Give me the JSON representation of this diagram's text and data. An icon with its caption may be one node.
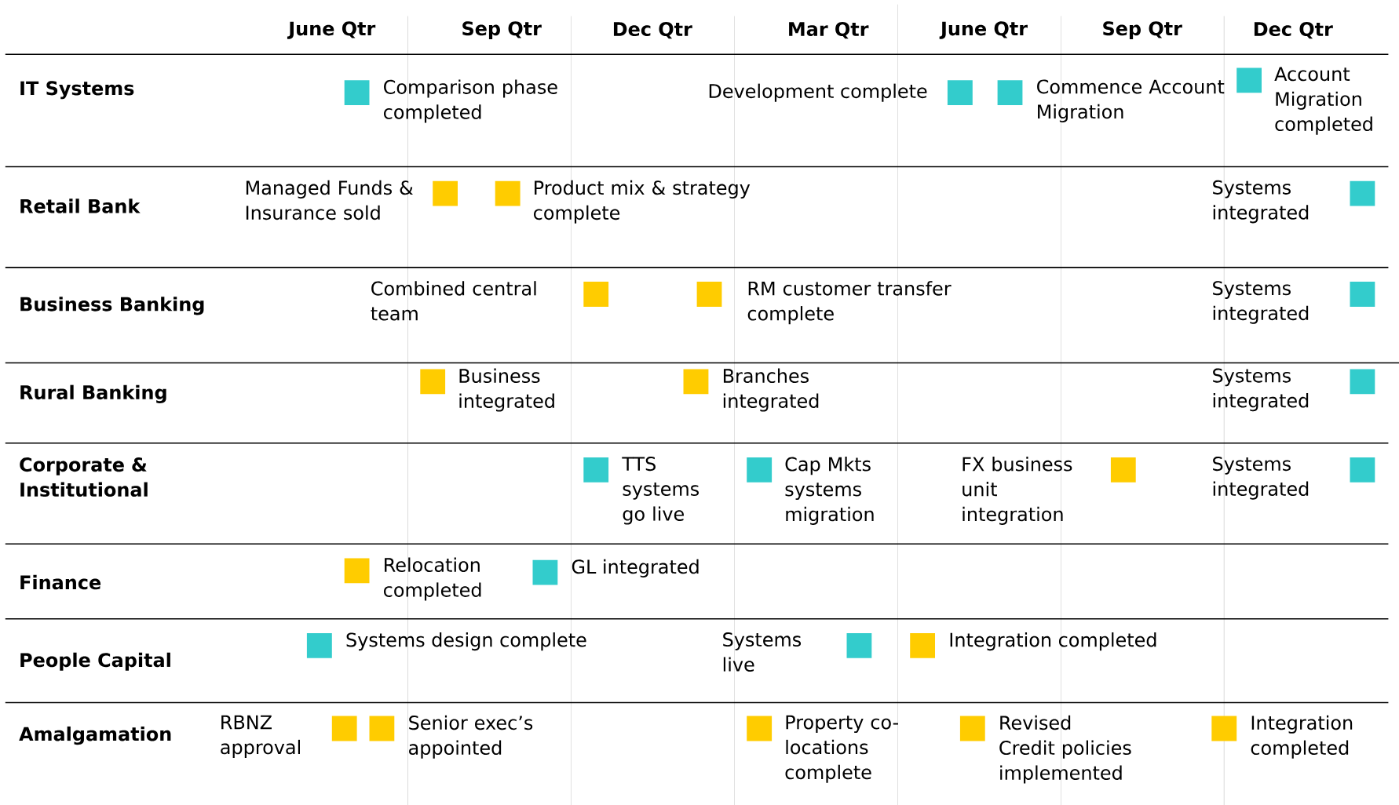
{
  "diagram": {
    "labels": [
      "June Qtr",
      "Sep Qtr",
      "Dec Qtr",
      "Mar Qtr",
      "June Qtr",
      "Sep Qtr",
      "Dec Qtr",
      "IT Systems",
      "Comparison phase completed",
      "Development complete",
      "Commence Account Migration",
      "Account Migration completed",
      "Retail Bank",
      "Managed Funds & Insurance sold",
      "Product mix & strategy complete",
      "Systems integrated",
      "Business Banking",
      "Combined central team",
      "RM customer transfer complete",
      "Systems integrated",
      "Rural Banking",
      "Business integrated",
      "Branches integrated",
      "Systems integrated",
      "Corporate & Institutional",
      "TTS systems go live",
      "Cap Mkts systems migration",
      "FX business unit integration",
      "Systems integrated",
      "Finance",
      "Relocation completed",
      "GL integrated",
      "People Capital",
      "Systems design complete",
      "Systems live",
      "Integration completed",
      "Amalgamation",
      "RBNZ approval",
      "Senior exec’s appointed",
      "Property co-locations complete",
      "Revised Credit policies implemented",
      "Integration completed"
    ]
  }
}
